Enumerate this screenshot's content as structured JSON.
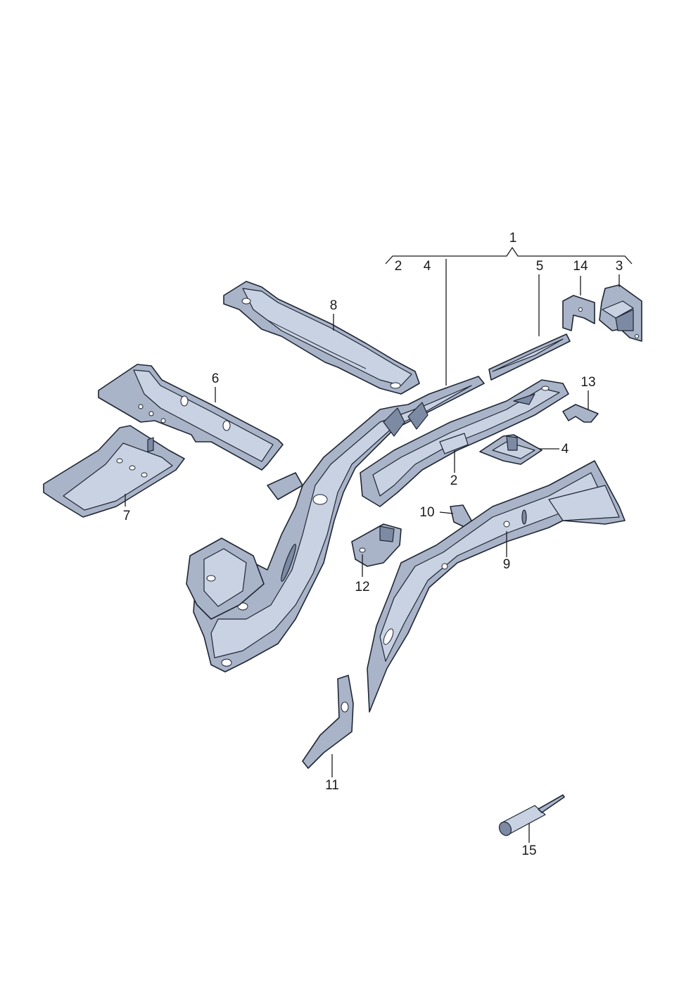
{
  "parts": [
    {
      "id": "p1",
      "number": "1"
    },
    {
      "id": "p2a",
      "number": "2"
    },
    {
      "id": "p4a",
      "number": "4"
    },
    {
      "id": "p5",
      "number": "5"
    },
    {
      "id": "p14",
      "number": "14"
    },
    {
      "id": "p3",
      "number": "3"
    },
    {
      "id": "p8",
      "number": "8"
    },
    {
      "id": "p6",
      "number": "6"
    },
    {
      "id": "p13",
      "number": "13"
    },
    {
      "id": "p4b",
      "number": "4"
    },
    {
      "id": "p2b",
      "number": "2"
    },
    {
      "id": "p7",
      "number": "7"
    },
    {
      "id": "p10",
      "number": "10"
    },
    {
      "id": "p9",
      "number": "9"
    },
    {
      "id": "p12",
      "number": "12"
    },
    {
      "id": "p11",
      "number": "11"
    },
    {
      "id": "p15",
      "number": "15"
    }
  ],
  "colors": {
    "part_fill": "#a9b4c9",
    "part_highlight": "#c9d2e2",
    "part_shadow": "#7d8aa3",
    "outline": "#1f2633",
    "label": "#1a1a1a"
  }
}
